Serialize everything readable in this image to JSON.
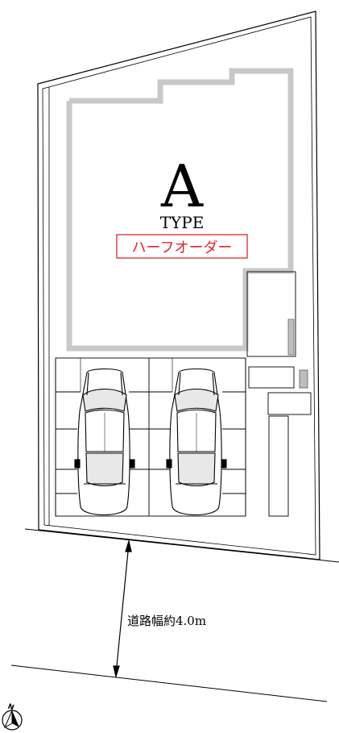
{
  "plan": {
    "type_letter": "A",
    "type_word": "TYPE",
    "order_badge": "ハーフオーダー",
    "road_width_label": "道路幅約4.0m",
    "compass_label": "N"
  },
  "colors": {
    "line": "#000000",
    "building_outline": "#c8c8c8",
    "badge_red": "#e0262c",
    "background": "#ffffff"
  }
}
